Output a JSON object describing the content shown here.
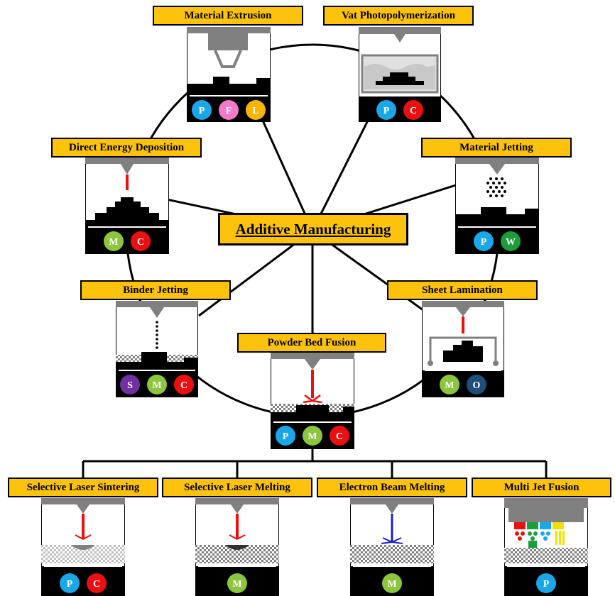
{
  "center_label": "Additive Manufacturing",
  "processes": [
    {
      "id": "material-extrusion",
      "label": "Material Extrusion",
      "badges": [
        "P",
        "F",
        "L"
      ]
    },
    {
      "id": "vat-photopolymerization",
      "label": "Vat Photopolymerization",
      "badges": [
        "P",
        "C"
      ]
    },
    {
      "id": "direct-energy-deposition",
      "label": "Direct Energy Deposition",
      "badges": [
        "M",
        "C"
      ]
    },
    {
      "id": "material-jetting",
      "label": "Material Jetting",
      "badges": [
        "P",
        "W"
      ]
    },
    {
      "id": "binder-jetting",
      "label": "Binder Jetting",
      "badges": [
        "S",
        "M",
        "C"
      ]
    },
    {
      "id": "sheet-lamination",
      "label": "Sheet Lamination",
      "badges": [
        "M",
        "O"
      ]
    },
    {
      "id": "powder-bed-fusion",
      "label": "Powder Bed Fusion",
      "badges": [
        "P",
        "M",
        "C"
      ]
    }
  ],
  "subprocesses": [
    {
      "id": "selective-laser-sintering",
      "label": "Selective Laser Sintering",
      "badges": [
        "P",
        "C"
      ]
    },
    {
      "id": "selective-laser-melting",
      "label": "Selective Laser Melting",
      "badges": [
        "M"
      ]
    },
    {
      "id": "electron-beam-melting",
      "label": "Electron Beam Melting",
      "badges": [
        "M"
      ]
    },
    {
      "id": "multi-jet-fusion",
      "label": "Multi Jet Fusion",
      "badges": [
        "P"
      ]
    }
  ],
  "badge_colors": {
    "P": "#1aa7e8",
    "F": "#f27ac9",
    "L": "#f7b500",
    "C": "#e81010",
    "M": "#8cc63f",
    "W": "#1a9e3a",
    "S": "#7030a0",
    "O": "#1f4e79"
  },
  "colors": {
    "label_fill": "#fdc20c",
    "laser": "#e81010",
    "beam": "#2020c0",
    "nozzle": "#808080"
  }
}
